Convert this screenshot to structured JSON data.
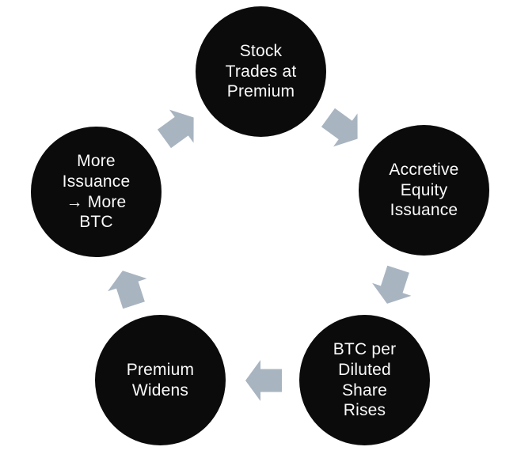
{
  "diagram": {
    "type": "cycle",
    "direction": "clockwise",
    "background_color": "#ffffff",
    "node_fill_color": "#0b0b0b",
    "node_text_color": "#fafafa",
    "arrow_color": "#a9b4c1",
    "nodes": [
      {
        "id": "stock-trades-at-premium",
        "position": "top",
        "label": "Stock\nTrades at\nPremium"
      },
      {
        "id": "accretive-equity-issuance",
        "position": "right",
        "label": "Accretive\nEquity\nIssuance"
      },
      {
        "id": "btc-per-diluted-share",
        "position": "bottom-right",
        "label": "BTC per\nDiluted\nShare\nRises"
      },
      {
        "id": "premium-widens",
        "position": "bottom-left",
        "label": "Premium\nWidens"
      },
      {
        "id": "more-issuance-more-btc",
        "position": "left",
        "label": "More\nIssuance\n→ More\nBTC"
      }
    ],
    "edges": [
      {
        "from": "stock-trades-at-premium",
        "to": "accretive-equity-issuance"
      },
      {
        "from": "accretive-equity-issuance",
        "to": "btc-per-diluted-share"
      },
      {
        "from": "btc-per-diluted-share",
        "to": "premium-widens"
      },
      {
        "from": "premium-widens",
        "to": "more-issuance-more-btc"
      },
      {
        "from": "more-issuance-more-btc",
        "to": "stock-trades-at-premium"
      }
    ]
  }
}
